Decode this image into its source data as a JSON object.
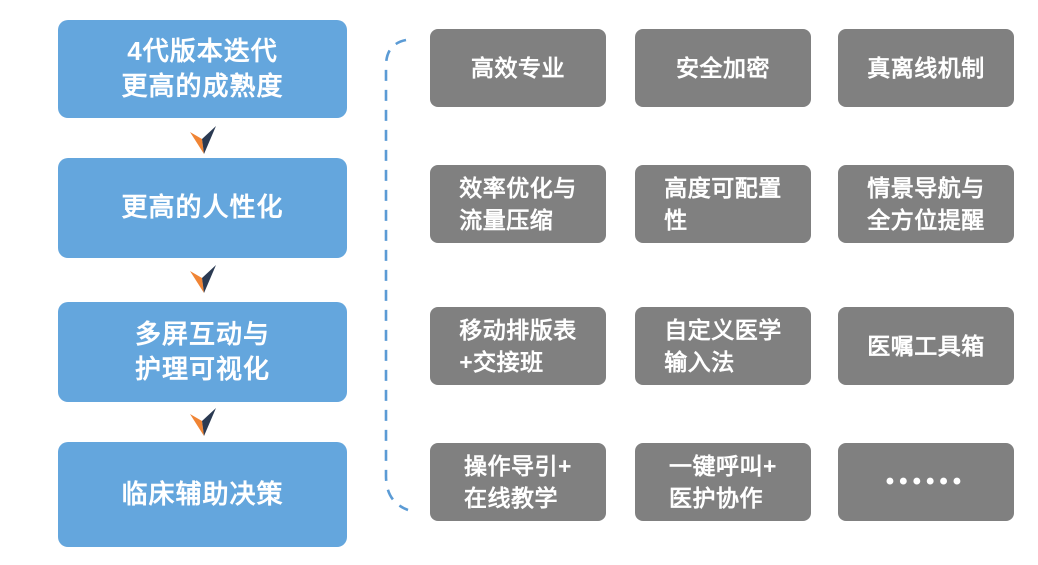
{
  "diagram": {
    "stages": [
      {
        "label": "4代版本迭代\n更高的成熟度"
      },
      {
        "label": "更高的人性化"
      },
      {
        "label": "多屏互动与\n护理可视化"
      },
      {
        "label": "临床辅助决策"
      }
    ],
    "features": {
      "rows": [
        [
          "高效专业",
          "安全加密",
          "真离线机制"
        ],
        [
          "效率优化与\n流量压缩",
          "高度可配置\n性",
          "情景导航与\n全方位提醒"
        ],
        [
          "移动排版表\n+交接班",
          "自定义医学\n输入法",
          "医嘱工具箱"
        ],
        [
          "操作导引+\n在线教学",
          "一键呼叫+\n医护协作",
          "••••••"
        ]
      ]
    },
    "colors": {
      "stage_fill": "#64A6DD",
      "feature_fill": "#808080",
      "arrow_orange": "#F08434",
      "arrow_navy": "#2B3A52",
      "bracket": "#5B9BD5",
      "text": "#FFFFFF"
    }
  }
}
